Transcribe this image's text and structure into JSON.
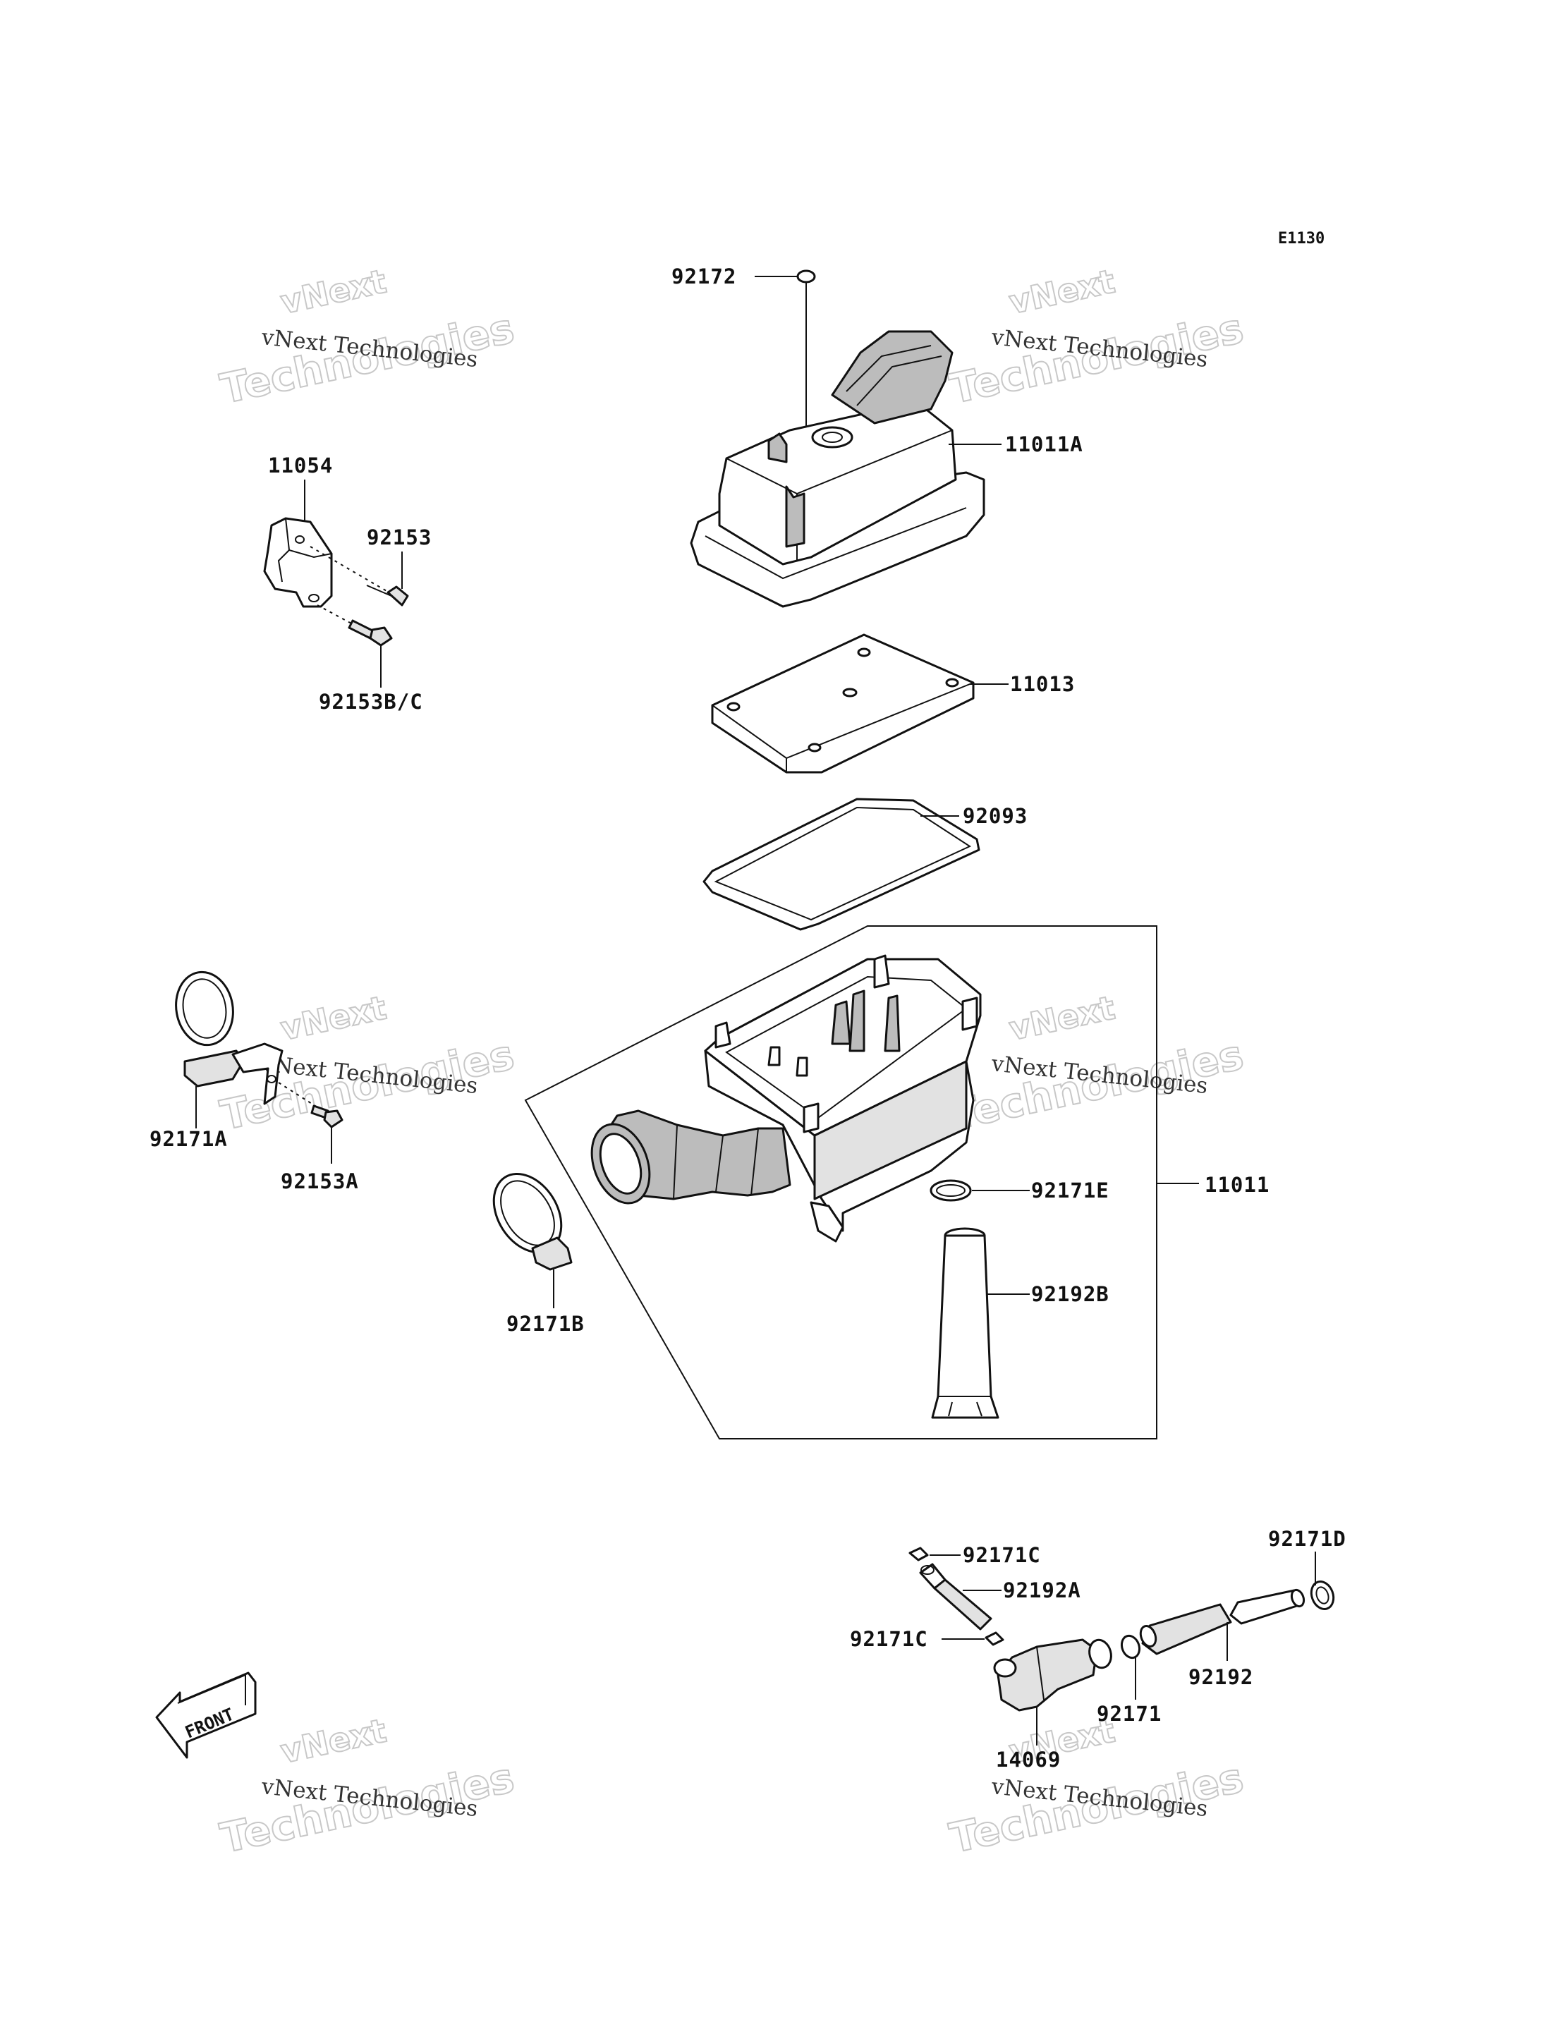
{
  "diagram_code": "E1130",
  "front_label": "FRONT",
  "watermark": {
    "small": "vNext Technologies",
    "brand": "vNext",
    "large": "Technologies"
  },
  "labels": {
    "p92172": "92172",
    "p11011A": "11011A",
    "p11054": "11054",
    "p92153": "92153",
    "p92153BC": "92153B/C",
    "p11013": "11013",
    "p92093": "92093",
    "p92171A": "92171A",
    "p92153A": "92153A",
    "p92171E": "92171E",
    "p11011": "11011",
    "p92192B": "92192B",
    "p92171B": "92171B",
    "p92171C_top": "92171C",
    "p92192A": "92192A",
    "p92171D": "92171D",
    "p92171C_mid": "92171C",
    "p92192": "92192",
    "p92171": "92171",
    "p14069": "14069"
  }
}
